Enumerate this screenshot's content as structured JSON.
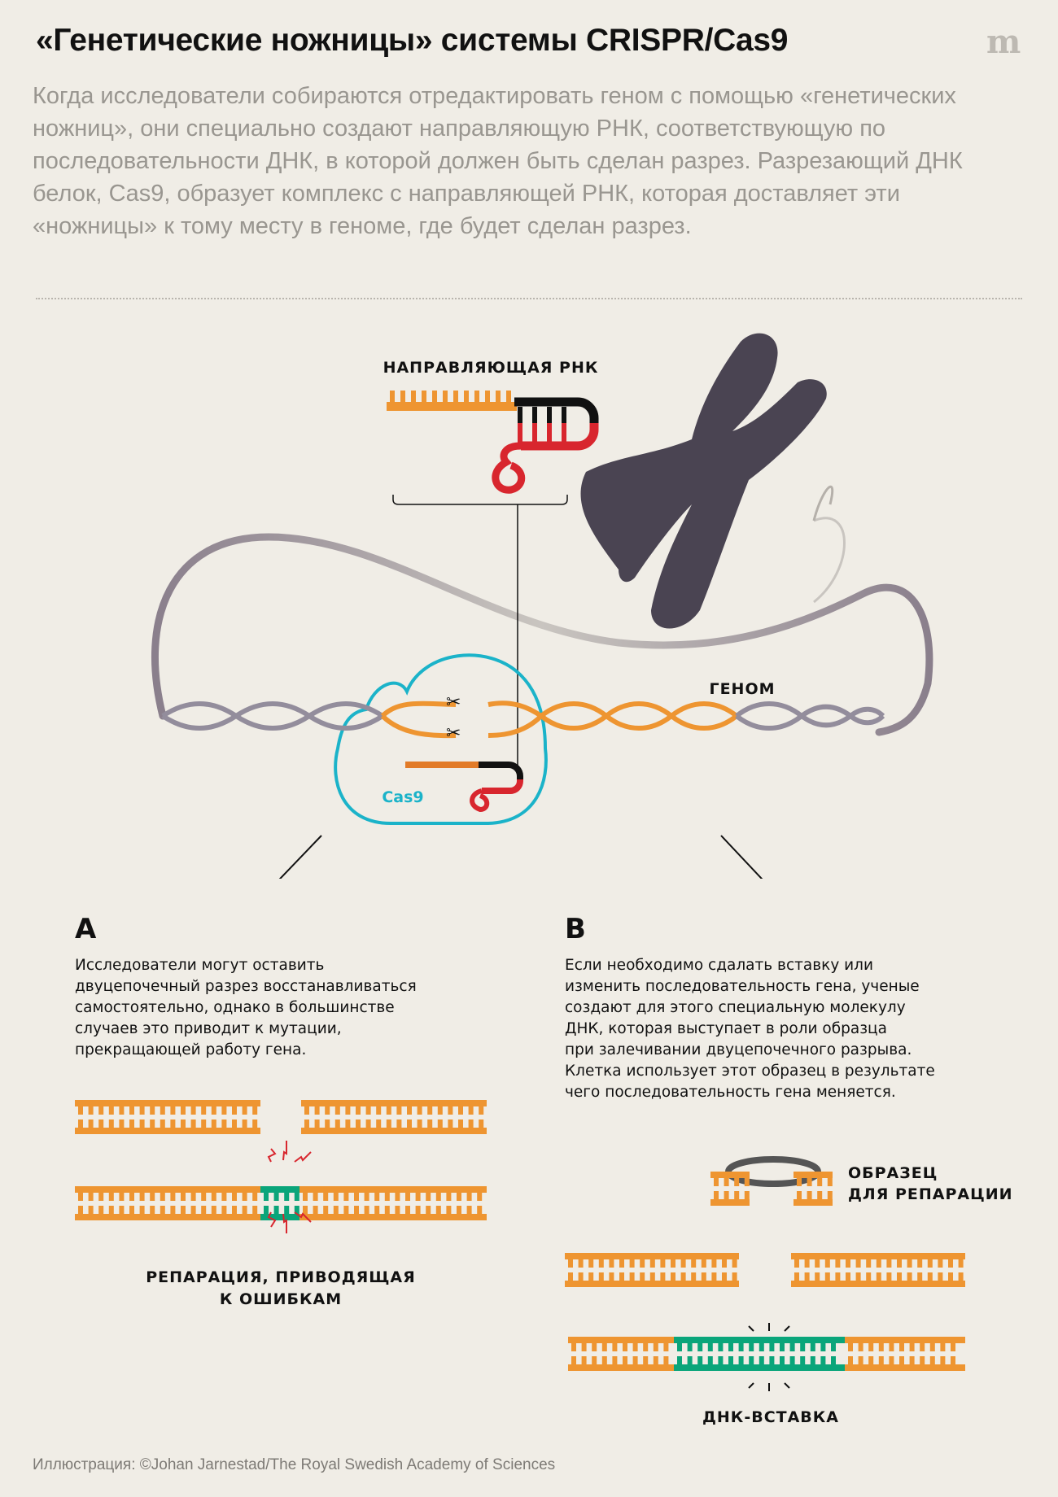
{
  "header": {
    "title": "«Генетические ножницы» системы CRISPR/Cas9",
    "logo": "m"
  },
  "lead": "Когда исследователи собираются отредактировать геном с помощью «генетических ножниц», они специально создают направляющую РНК, соответствующую по последовательности ДНК, в которой должен быть сделан разрез. Разрезающий ДНК белок, Cas9, образует комплекс с направляющей РНК, которая доставляет эти «ножницы» к тому месту в геноме, где будет сделан разрез.",
  "diagram": {
    "guide_rna_label": "НАПРАВЛЯЮЩАЯ РНК",
    "genome_label": "ГЕНОМ",
    "cas9_label": "Cas9",
    "colors": {
      "dna_orange": "#ee9531",
      "dna_gray": "#938d9c",
      "rna_black": "#111111",
      "rna_red": "#d8262e",
      "cas9_cyan": "#1bb3c9",
      "insert_green": "#0aa57a",
      "chromosome": "#4a4452"
    }
  },
  "section_a": {
    "letter": "A",
    "lines": [
      "Исследователи могут оставить",
      "двуцепочечный разрез восстанавливаться",
      "самостоятельно, однако в большинстве",
      "случаев это приводит к мутации,",
      "прекращающей работу гена."
    ],
    "caption_lines": [
      "РЕПАРАЦИЯ, ПРИВОДЯЩАЯ",
      "К ОШИБКАМ"
    ]
  },
  "section_b": {
    "letter": "B",
    "lines": [
      "Если необходимо сдалать вставку или",
      "изменить последовательность гена, ученые",
      "создают для этого специальную молекулу",
      "ДНК, которая выступает в роли образца",
      "при залечивании двуцепочечного разрыва.",
      "Клетка использует этот образец в результате",
      "чего последовательность гена меняется."
    ],
    "template_label_lines": [
      "ОБРАЗЕЦ",
      "ДЛЯ РЕПАРАЦИИ"
    ],
    "caption": "ДНК-ВСТАВКА"
  },
  "credit": "Иллюстрация: ©Johan Jarnestad/The Royal Swedish Academy of Sciences"
}
